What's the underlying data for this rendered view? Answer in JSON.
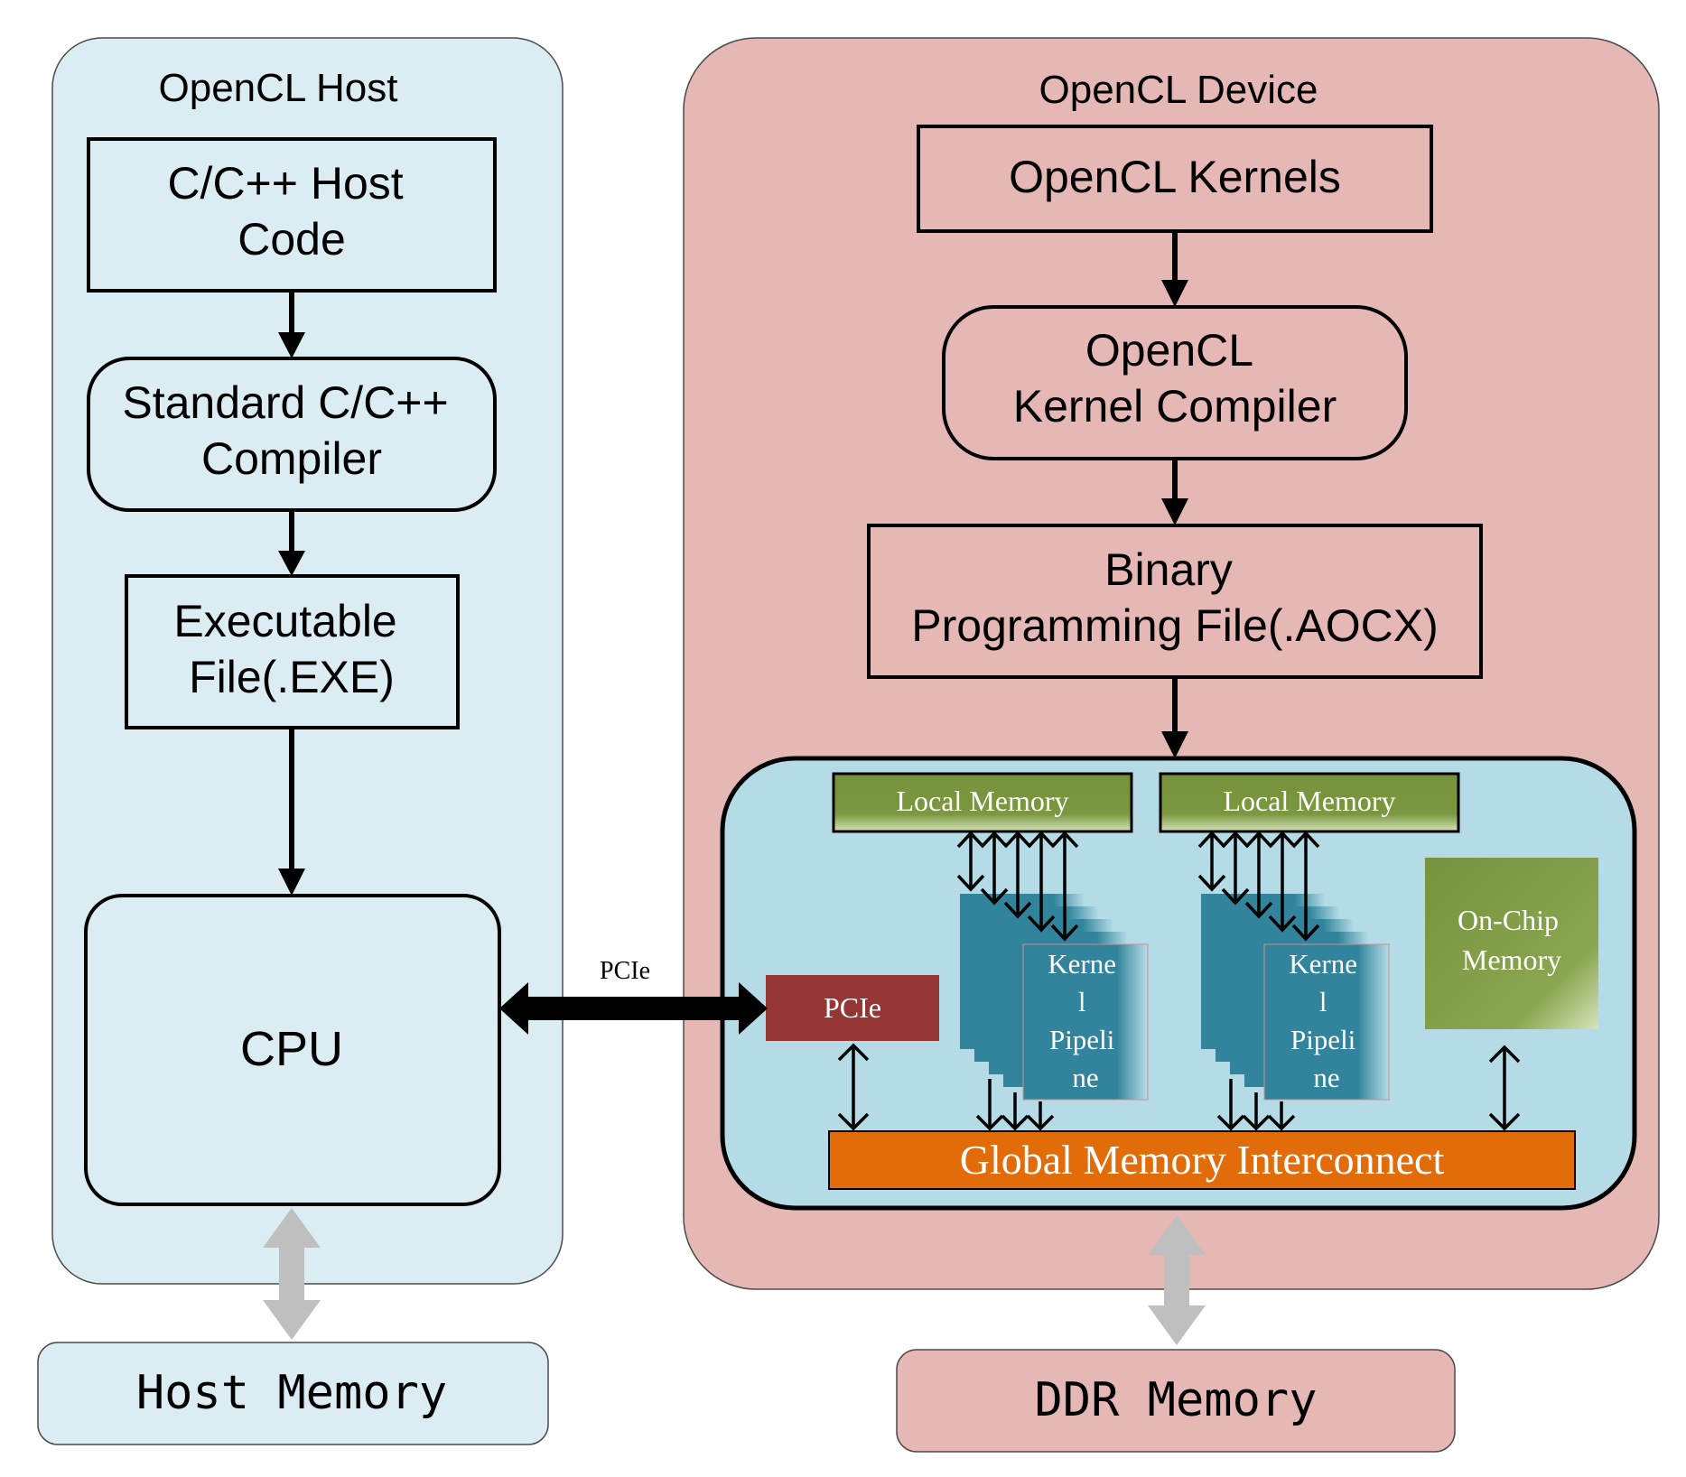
{
  "host": {
    "title": "OpenCL Host",
    "host_code": [
      "C/C++ Host",
      "Code"
    ],
    "compiler": [
      "Standard C/C++",
      "Compiler"
    ],
    "executable": [
      "Executable",
      "File(.EXE)"
    ],
    "cpu": "CPU",
    "memory": "Host Memory"
  },
  "link": {
    "label": "PCIe"
  },
  "device": {
    "title": "OpenCL Device",
    "kernels": "OpenCL Kernels",
    "kernel_compiler": [
      "OpenCL",
      "Kernel Compiler"
    ],
    "binary": [
      "Binary",
      "Programming File(.AOCX)"
    ],
    "memory": "DDR Memory",
    "fpga": {
      "pcie": "PCIe",
      "local_memory_1": "Local Memory",
      "local_memory_2": "Local Memory",
      "pipeline_1": [
        "Kerne",
        "l",
        "Pipeli",
        "ne"
      ],
      "pipeline_2": [
        "Kerne",
        "l",
        "Pipeli",
        "ne"
      ],
      "on_chip_memory": [
        "On-Chip",
        "Memory"
      ],
      "interconnect": "Global Memory Interconnect"
    }
  },
  "colors": {
    "host_bg": "#dbedf3",
    "device_bg": "#e5b8b6",
    "fpga_bg": "#b5dce6",
    "local_memory": "#76923c",
    "pcie_block": "#943634",
    "pipeline": "#31849b",
    "on_chip": "#77933c",
    "interconnect": "#e36c0a",
    "memory_arrow": "#bfbfbf"
  }
}
